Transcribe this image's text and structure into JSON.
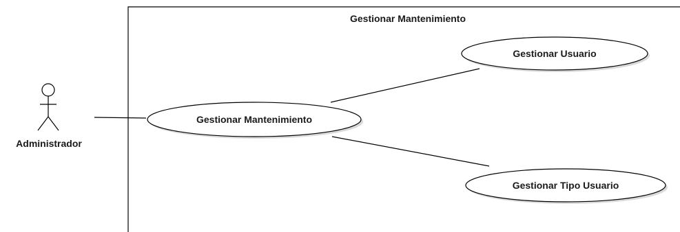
{
  "system": {
    "title": "Gestionar Mantenimiento"
  },
  "actor": {
    "name": "Administrador"
  },
  "use_cases": [
    {
      "label": "Gestionar Mantenimiento"
    },
    {
      "label": "Gestionar Usuario"
    },
    {
      "label": "Gestionar Tipo Usuario"
    }
  ]
}
